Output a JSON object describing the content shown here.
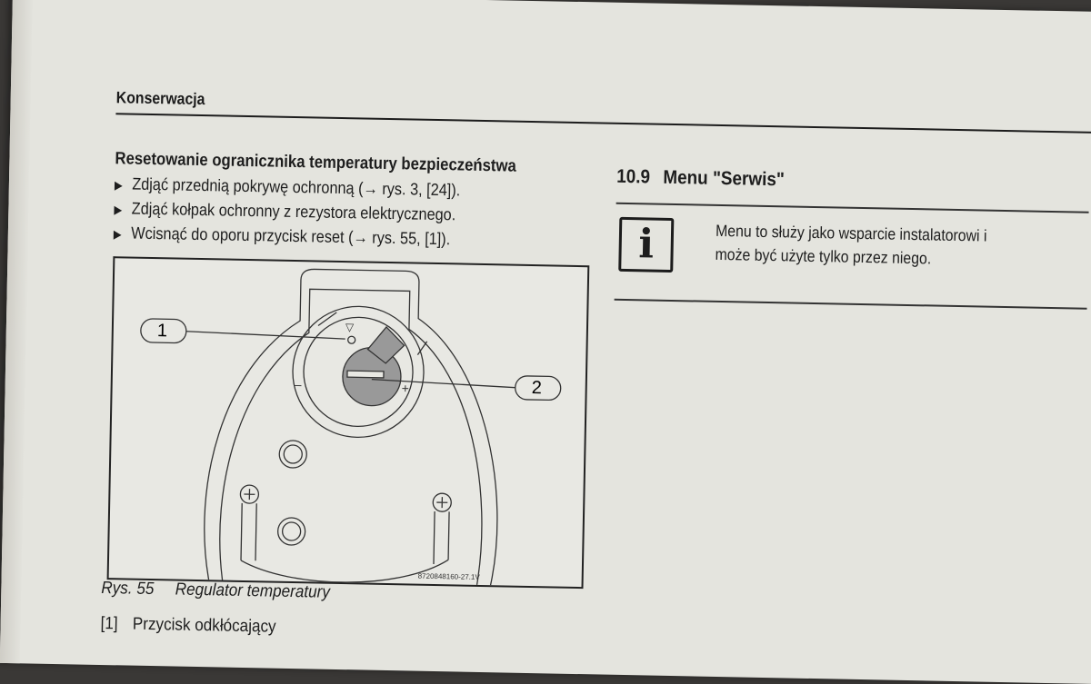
{
  "header": {
    "title": "Konserwacja"
  },
  "left": {
    "subheading": "Resetowanie ogranicznika temperatury bezpieczeństwa",
    "bullet_icon": "triangle-right-icon",
    "steps": [
      "Zdjąć przednią pokrywę ochronną (→ rys. 3, [24]).",
      "Zdjąć kołpak ochronny z rezystora elektrycznego.",
      "Wcisnąć do oporu przycisk reset (→ rys. 55, [1])."
    ],
    "figure": {
      "callouts": [
        "1",
        "2"
      ],
      "code": "8720848160-27.1V",
      "caption_number": "Rys. 55",
      "caption_title": "Regulator temperatury"
    },
    "legend": [
      {
        "key": "[1]",
        "label": "Przycisk odkłócający"
      }
    ]
  },
  "right": {
    "section_number": "10.9",
    "section_title": "Menu \"Serwis\"",
    "info_icon_glyph": "i",
    "note_lines": [
      "Menu to służy jako wsparcie instalatorowi i",
      "może być użyte tylko przez niego."
    ]
  }
}
